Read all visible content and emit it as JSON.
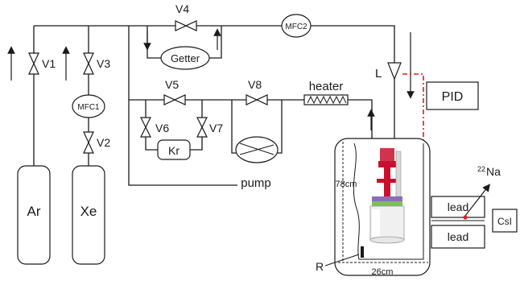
{
  "labels": {
    "v1": "V1",
    "v2": "V2",
    "v3": "V3",
    "v4": "V4",
    "v5": "V5",
    "v6": "V6",
    "v7": "V7",
    "v8": "V8",
    "mfc1": "MFC1",
    "mfc2": "MFC2",
    "getter": "Getter",
    "kr": "Kr",
    "pump": "pump",
    "heater": "heater",
    "l": "L",
    "pid": "PID",
    "ar": "Ar",
    "xe": "Xe",
    "height": "78cm",
    "width": "26cm",
    "r": "R",
    "source_mass": "22",
    "source_elem": "Na",
    "lead_top": "lead",
    "lead_bottom": "lead",
    "csi": "CsI"
  },
  "colors": {
    "line": "#1a1a1a",
    "pid_line": "#d42020",
    "tpc_red": "#c8102e",
    "tpc_green": "#7cbf5a",
    "tpc_purple": "#8a6fb8",
    "source_dot": "#e02020"
  }
}
